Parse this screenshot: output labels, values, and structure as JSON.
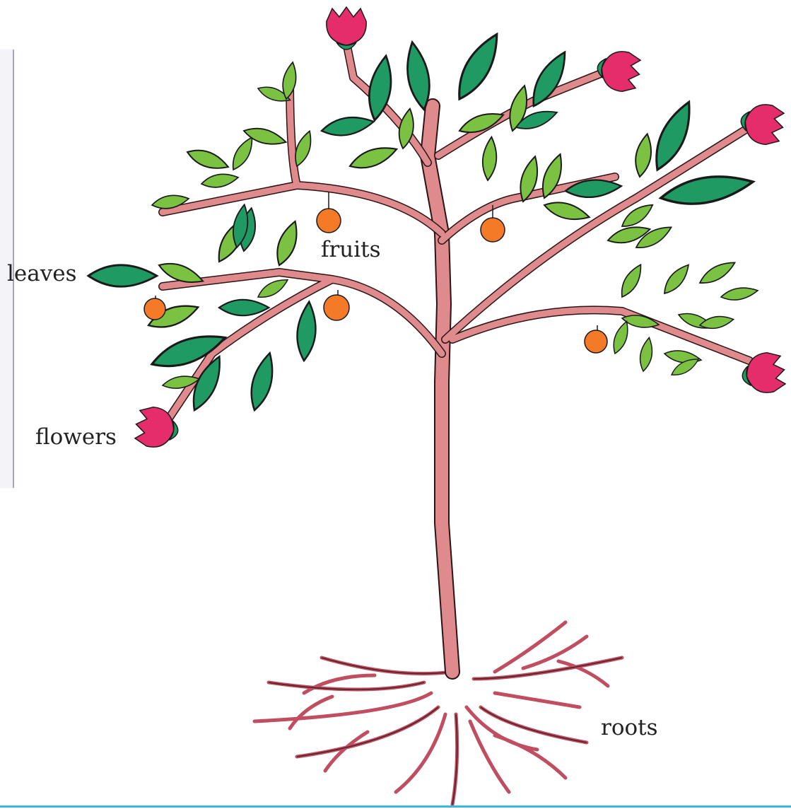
{
  "labels": {
    "leaves": "leaves",
    "fruits": "fruits",
    "flowers": "flowers",
    "roots": "roots"
  },
  "colors": {
    "trunk": "#df8a8c",
    "trunk_outline": "#3a1d1d",
    "root": "#c04d60",
    "leaf_dark": "#1f9a63",
    "leaf_light": "#7bc242",
    "fruit": "#f47a28",
    "flower": "#e42d6a",
    "panel": "#f3f3f8",
    "panel_border": "#a8a9bb",
    "bottom_rule": "#3ab7e8"
  }
}
